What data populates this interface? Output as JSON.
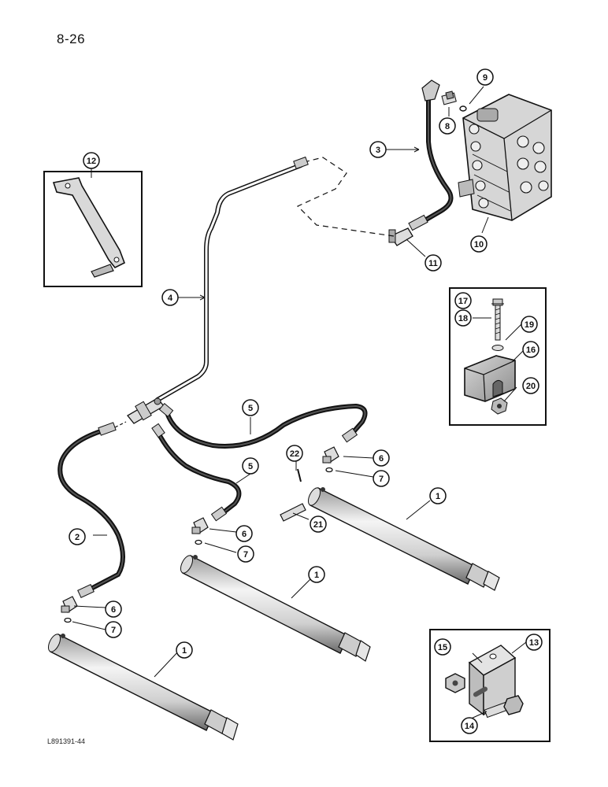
{
  "page_number": "8-26",
  "drawing_id": "L891391-44",
  "callouts": [
    "1",
    "1",
    "1",
    "2",
    "3",
    "4",
    "5",
    "5",
    "6",
    "6",
    "6",
    "7",
    "7",
    "7",
    "8",
    "9",
    "10",
    "11",
    "12",
    "13",
    "14",
    "15",
    "16",
    "17",
    "18",
    "19",
    "20",
    "21",
    "22"
  ]
}
